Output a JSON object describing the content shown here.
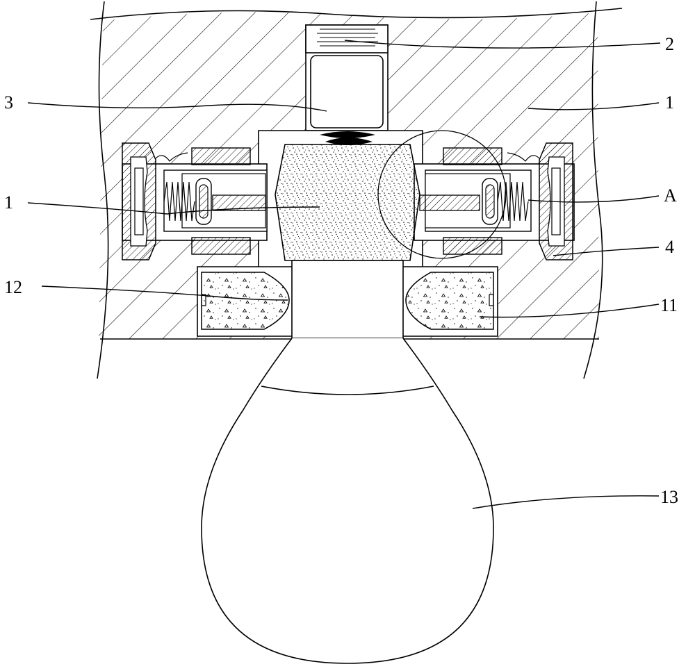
{
  "figure": {
    "labels": [
      {
        "id": "label-2",
        "text": "2"
      },
      {
        "id": "label-1-top-right",
        "text": "1"
      },
      {
        "id": "label-3",
        "text": "3"
      },
      {
        "id": "label-1-left",
        "text": "1"
      },
      {
        "id": "label-a",
        "text": "A"
      },
      {
        "id": "label-4",
        "text": "4"
      },
      {
        "id": "label-12",
        "text": "12"
      },
      {
        "id": "label-11",
        "text": "11"
      },
      {
        "id": "label-13",
        "text": "13"
      }
    ]
  }
}
